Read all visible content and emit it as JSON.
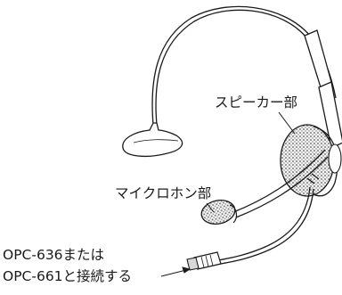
{
  "labels": {
    "speaker": "スピーカー部",
    "microphone": "マイクロホン部",
    "cable_line1": "OPC-636または",
    "cable_line2": "OPC-661と接続する"
  },
  "colors": {
    "line": "#1a1a1a",
    "stipple": "#6f6f6f",
    "background": "#ffffff"
  }
}
